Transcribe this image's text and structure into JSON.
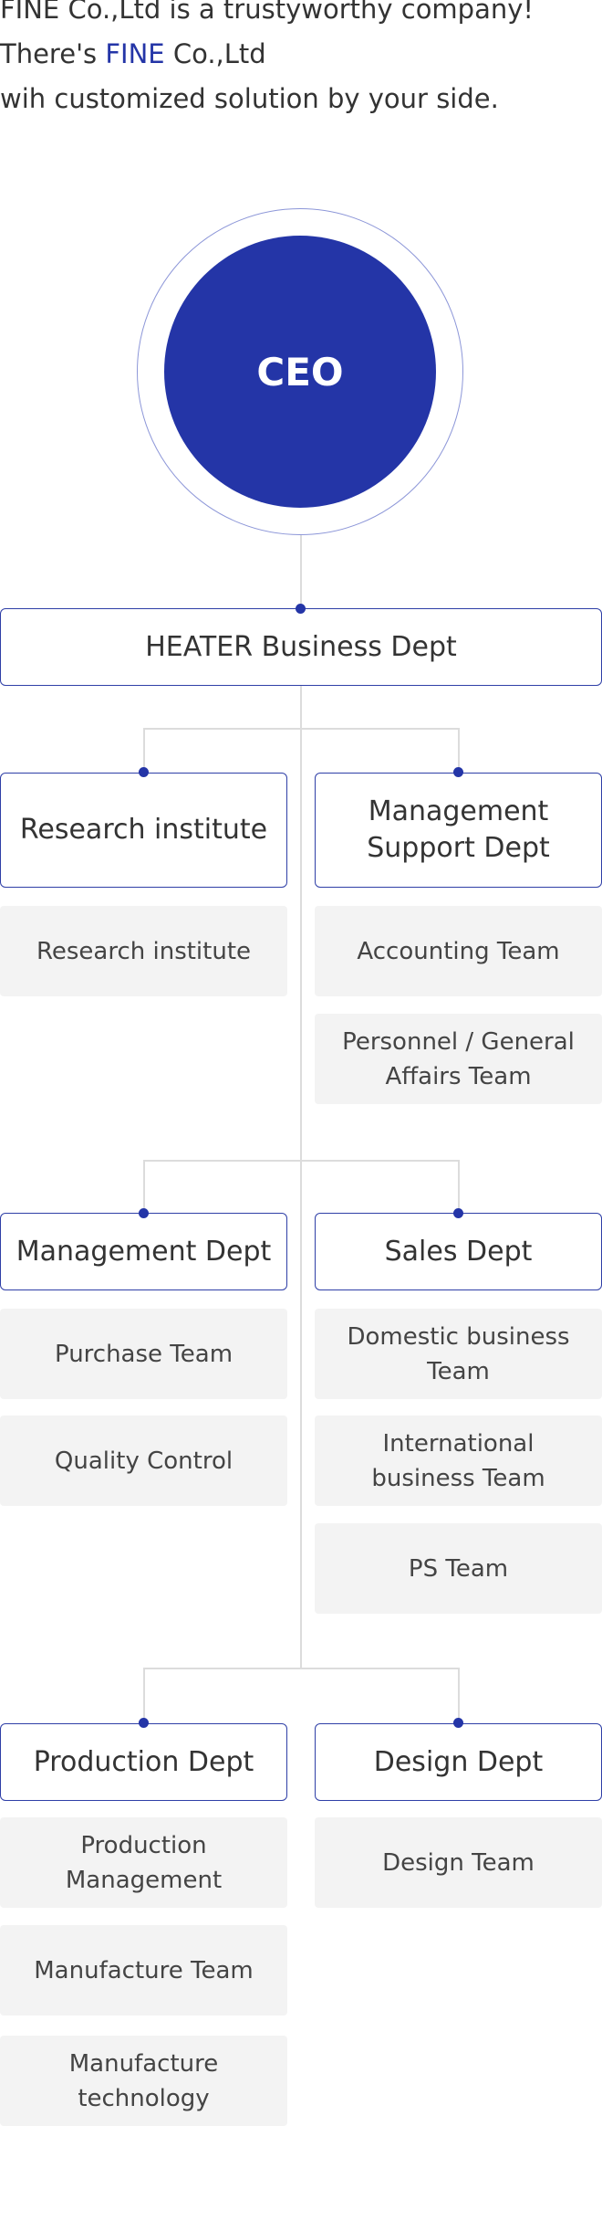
{
  "intro": {
    "line1": "FINE Co.,Ltd is a trustyworthy company!",
    "line2_prefix": "There's ",
    "line2_highlight": "FINE",
    "line2_suffix": " Co.,Ltd",
    "line3": "wih customized solution by your side."
  },
  "colors": {
    "accent": "#2435a7",
    "team_bg": "#f3f3f3",
    "connector": "#dcdcdc"
  },
  "ceo": {
    "label": "CEO"
  },
  "heater": {
    "label": "HEATER Business Dept"
  },
  "groups": [
    {
      "left": {
        "label": "Research institute",
        "teams": [
          "Research institute"
        ]
      },
      "right": {
        "label": "Management Support Dept",
        "teams": [
          "Accounting Team",
          "Personnel / General Affairs Team"
        ]
      }
    },
    {
      "left": {
        "label": "Management Dept",
        "teams": [
          "Purchase Team",
          "Quality Control"
        ]
      },
      "right": {
        "label": "Sales Dept",
        "teams": [
          "Domestic business Team",
          "International business Team",
          "PS Team"
        ]
      }
    },
    {
      "left": {
        "label": "Production Dept",
        "teams": [
          "Production Management",
          "Manufacture Team",
          "Manufacture technology"
        ]
      },
      "right": {
        "label": "Design Dept",
        "teams": [
          "Design Team"
        ]
      }
    }
  ]
}
